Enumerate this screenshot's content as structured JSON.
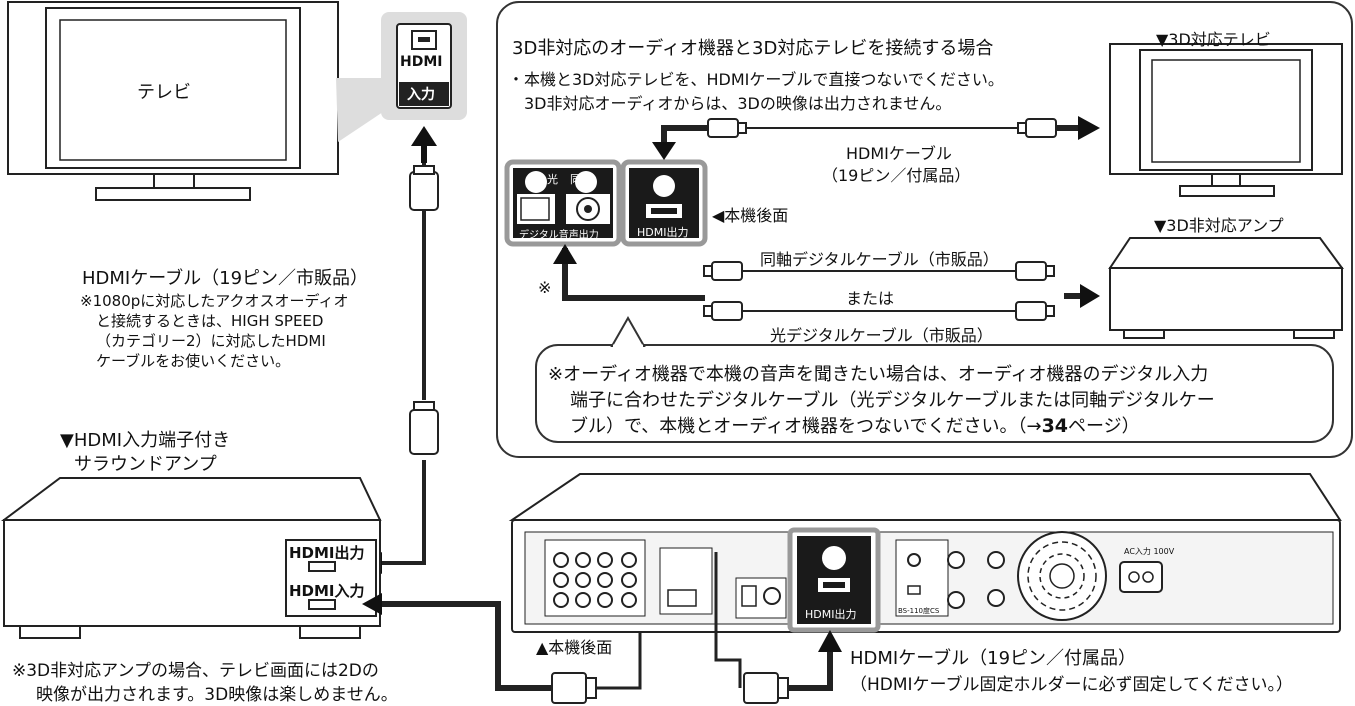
{
  "tv_left": {
    "label": "テレビ"
  },
  "hdmi_input_badge": {
    "line1": "HDMI",
    "line2": "入力"
  },
  "left_cable": {
    "title": "HDMIケーブル（19ピン／市販品）",
    "note_lines": [
      "※1080pに対応したアクオスオーディオ",
      "と接続するときは、HIGH SPEED",
      "（カテゴリー2）に対応したHDMI",
      "ケーブルをお使いください。"
    ]
  },
  "surround_amp": {
    "caption_lines": [
      "▼HDMI入力端子付き",
      "サラウンドアンプ"
    ],
    "hdmi_out": "HDMI出力",
    "hdmi_in": "HDMI入力"
  },
  "footnote_left": [
    "※3D非対応アンプの場合、テレビ画面には2Dの",
    "映像が出力されます。3D映像は楽しめません。"
  ],
  "panel": {
    "title": "3D非対応のオーディオ機器と3D対応テレビを接続する場合",
    "bullet_lines": [
      "・本機と3D対応テレビを、HDMIケーブルで直接つないでください。",
      "3D非対応オーディオからは、3Dの映像は出力されません。"
    ],
    "tv_3d_caption": "▼3D対応テレビ",
    "amp_caption": "▼3D非対応アンプ",
    "hdmi_cable_lines": [
      "HDMIケーブル",
      "（19ピン／付属品）"
    ],
    "rear_label": "◀本機後面",
    "port_labels": {
      "optical": "光",
      "coax": "同軸",
      "digital_out": "デジタル音声出力",
      "hdmi_out": "HDMI出力"
    },
    "coax_cable": "同軸デジタルケーブル（市販品）",
    "or_text": "または",
    "optical_cable": "光デジタルケーブル（市販品）",
    "asterisk": "※",
    "note_lines": [
      "※オーディオ機器で本機の音声を聞きたい場合は、オーディオ機器のデジタル入力",
      "端子に合わせたデジタルケーブル（光デジタルケーブルまたは同軸デジタルケー",
      "ブル）で、本機とオーディオ機器をつないでください。（→"
    ],
    "note_page": "34",
    "note_page_suffix": "ページ）"
  },
  "recorder": {
    "rear_label": "▲本機後面",
    "hdmi_out": "HDMI出力",
    "ac_label": "AC入力 100V",
    "bs_label": "BS-110度CS"
  },
  "bottom_cable": {
    "line1": "HDMIケーブル（19ピン／付属品）",
    "line2": "（HDMIケーブル固定ホルダーに必ず固定してください。）"
  }
}
